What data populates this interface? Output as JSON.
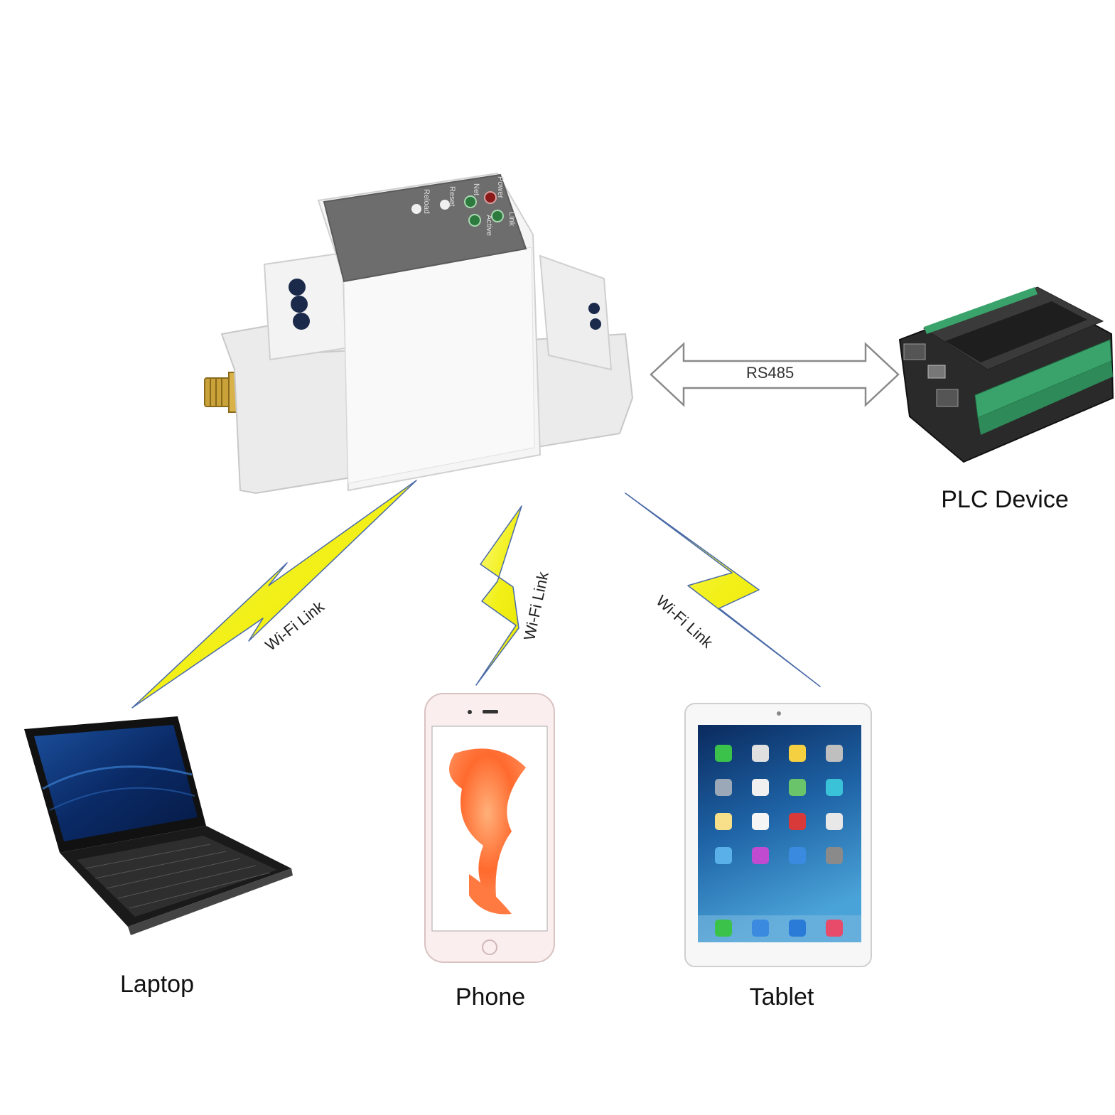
{
  "gateway": {
    "led_labels": [
      "Reload",
      "Reset",
      "Net",
      "Power",
      "Active",
      "Link"
    ]
  },
  "links": {
    "rs485": "RS485",
    "wifi_laptop": "Wi-Fi Link",
    "wifi_phone": "Wi-Fi Link",
    "wifi_tablet": "Wi-Fi Link"
  },
  "devices": {
    "plc": "PLC Device",
    "laptop": "Laptop",
    "phone": "Phone",
    "tablet": "Tablet"
  },
  "colors": {
    "bolt": "#f2f018",
    "bolt_edge": "#4a6aa8",
    "arrow_fill": "#ffffff",
    "arrow_edge": "#888888",
    "gateway_body": "#efefef",
    "gateway_panel": "#6d6d6d",
    "plc_body": "#2a2a2a",
    "plc_terminal": "#3aa36b"
  }
}
